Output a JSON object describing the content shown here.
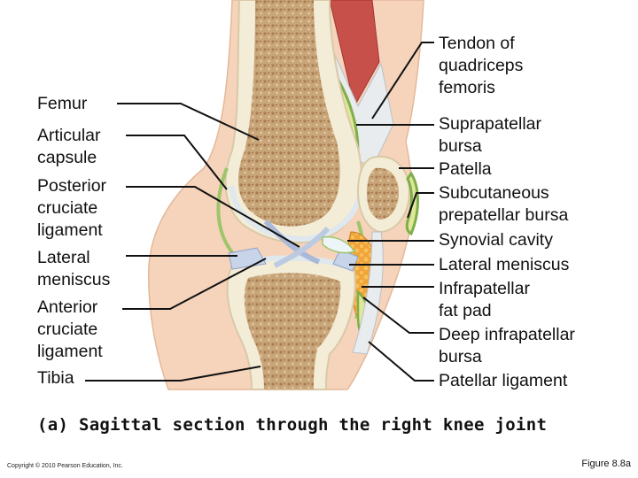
{
  "labels": {
    "left": {
      "femur": [
        "Femur"
      ],
      "articular_capsule": [
        "Articular",
        "capsule"
      ],
      "posterior_cruciate_ligament": [
        "Posterior",
        "cruciate",
        "ligament"
      ],
      "lateral_meniscus": [
        "Lateral",
        "meniscus"
      ],
      "anterior_cruciate_ligament": [
        "Anterior",
        "cruciate",
        "ligament"
      ],
      "tibia": [
        "Tibia"
      ]
    },
    "right": {
      "tendon_of_quadriceps_femoris": [
        "Tendon of",
        "quadriceps",
        "femoris"
      ],
      "suprapatellar_bursa": [
        "Suprapatellar",
        "bursa"
      ],
      "patella": [
        "Patella"
      ],
      "subcutaneous_prepatellar_bursa": [
        "Subcutaneous",
        "prepatellar bursa"
      ],
      "synovial_cavity": [
        "Synovial cavity"
      ],
      "lateral_meniscus": [
        "Lateral meniscus"
      ],
      "infrapatellar_fat_pad": [
        "Infrapatellar",
        "fat pad"
      ],
      "deep_infrapatellar_bursa": [
        "Deep infrapatellar",
        "bursa"
      ],
      "patellar_ligament": [
        "Patellar ligament"
      ]
    }
  },
  "caption": "(a) Sagittal section through the right knee joint",
  "copyright": "Copyright © 2010 Pearson Education, Inc.",
  "figure_number": "Figure 8.8a",
  "colors": {
    "skin": "#f6d4bc",
    "bone_spongy": "#c9a57a",
    "bone_compact": "#f3ecd6",
    "cartilage": "#dfe8ee",
    "synovial_membrane": "#9fc56a",
    "bursa": "#dfe89a",
    "fat_pad": "#f0a43a",
    "muscle": "#c8504a",
    "tendon": "#e9ecef",
    "ligament": "#c8d4ea",
    "leader_line": "#111111"
  }
}
